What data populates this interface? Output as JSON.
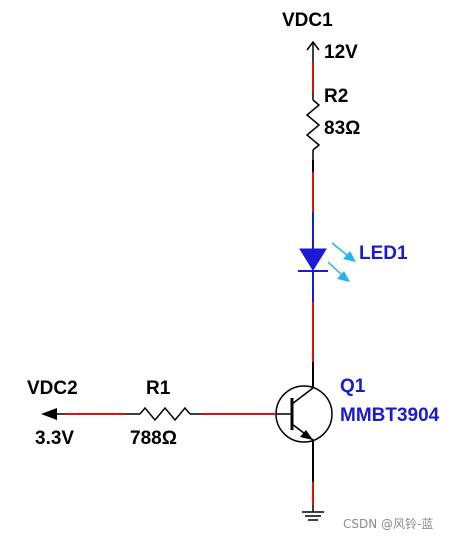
{
  "components": {
    "vdc1": {
      "name": "VDC1",
      "value": "12V"
    },
    "r2": {
      "name": "R2",
      "value": "83Ω"
    },
    "led1": {
      "name": "LED1"
    },
    "q1": {
      "name": "Q1",
      "model": "MMBT3904"
    },
    "vdc2": {
      "name": "VDC2",
      "value": "3.3V"
    },
    "r1": {
      "name": "R1",
      "value": "788Ω"
    }
  },
  "watermark": "CSDN @风铃-蓝",
  "colors": {
    "wire_black": "#000000",
    "wire_red": "#e01010",
    "wire_blue": "#1a1ad6",
    "led_arrow": "#22b4ee",
    "label_blue": "#1a1ad6"
  }
}
